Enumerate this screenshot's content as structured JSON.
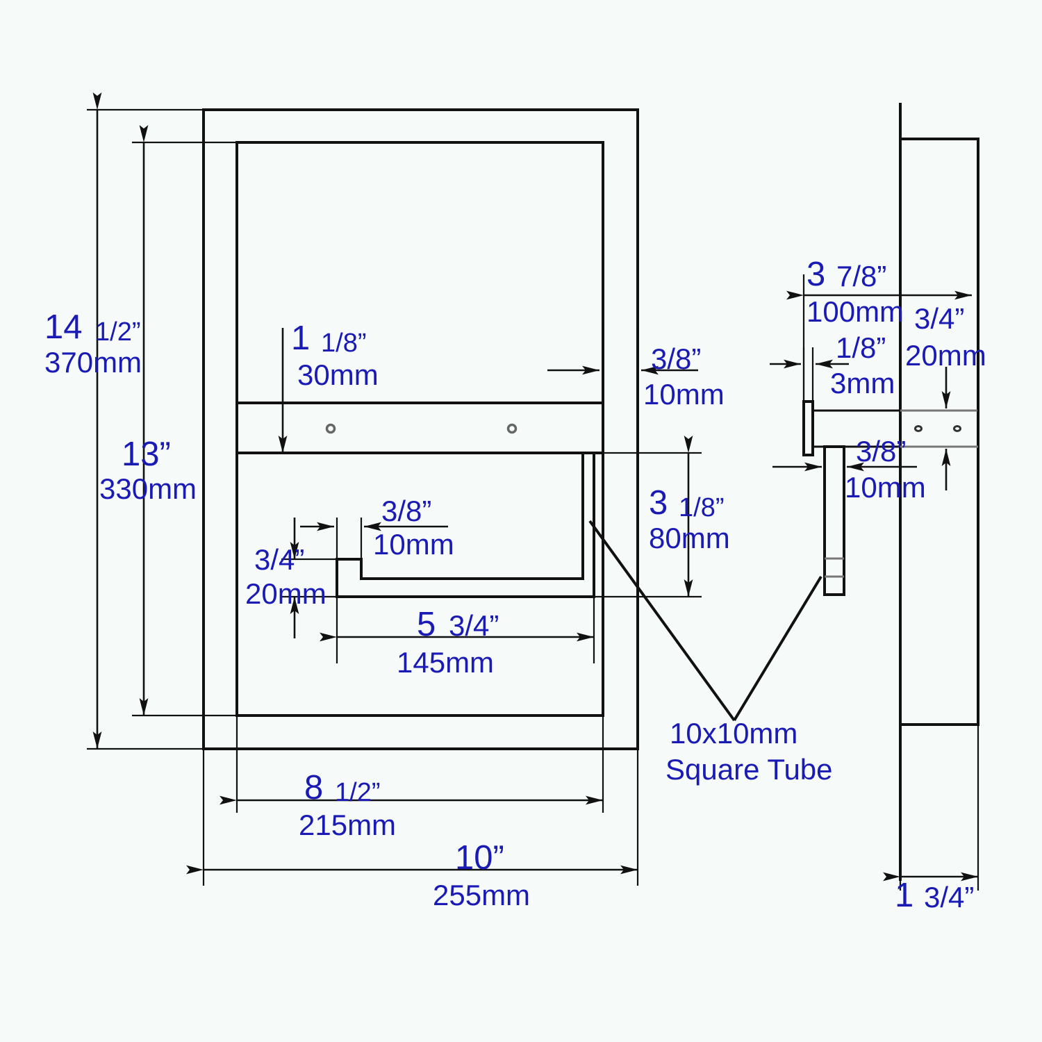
{
  "drawing": {
    "title": "Wall Mount Bracket Technical Drawing",
    "background_color": "#f6fbfa",
    "line_color": "#111111",
    "dimension_text_color": "#1a1ab4",
    "notes": [
      {
        "id": "square-tube",
        "line1": "10x10mm",
        "line2": "Square Tube"
      }
    ],
    "dimensions": {
      "overall_height": {
        "imperial_whole": "14",
        "imperial_fraction": "1/2”",
        "metric": "370mm"
      },
      "panel_height": {
        "imperial_whole": "13”",
        "imperial_fraction": "",
        "metric": "330mm"
      },
      "shelf_offset": {
        "imperial_whole": "1",
        "imperial_fraction": "1/8”",
        "metric": "30mm"
      },
      "edge_thickness": {
        "imperial_whole": "",
        "imperial_fraction": "3/8”",
        "metric": "10mm"
      },
      "lip_height": {
        "imperial_whole": "3",
        "imperial_fraction": "1/8”",
        "metric": "80mm"
      },
      "notch_width": {
        "imperial_whole": "",
        "imperial_fraction": "3/8”",
        "metric": "10mm"
      },
      "notch_height": {
        "imperial_whole": "",
        "imperial_fraction": "3/4”",
        "metric": "20mm"
      },
      "pocket_width": {
        "imperial_whole": "5",
        "imperial_fraction": "3/4”",
        "metric": "145mm"
      },
      "inner_width": {
        "imperial_whole": "8",
        "imperial_fraction": "1/2”",
        "metric": "215mm"
      },
      "overall_width": {
        "imperial_whole": "10”",
        "imperial_fraction": "",
        "metric": "255mm"
      },
      "side_depth": {
        "imperial_whole": "3",
        "imperial_fraction": "7/8”",
        "metric": "100mm"
      },
      "plate_thickness": {
        "imperial_whole": "",
        "imperial_fraction": "1/8”",
        "metric": "3mm"
      },
      "side_band_height": {
        "imperial_whole": "",
        "imperial_fraction": "3/4”",
        "metric": "20mm"
      },
      "tube_width_side": {
        "imperial_whole": "",
        "imperial_fraction": "3/8”",
        "metric": "10mm"
      },
      "side_view_width": {
        "imperial_whole": "1",
        "imperial_fraction": "3/4”",
        "metric": ""
      }
    }
  }
}
